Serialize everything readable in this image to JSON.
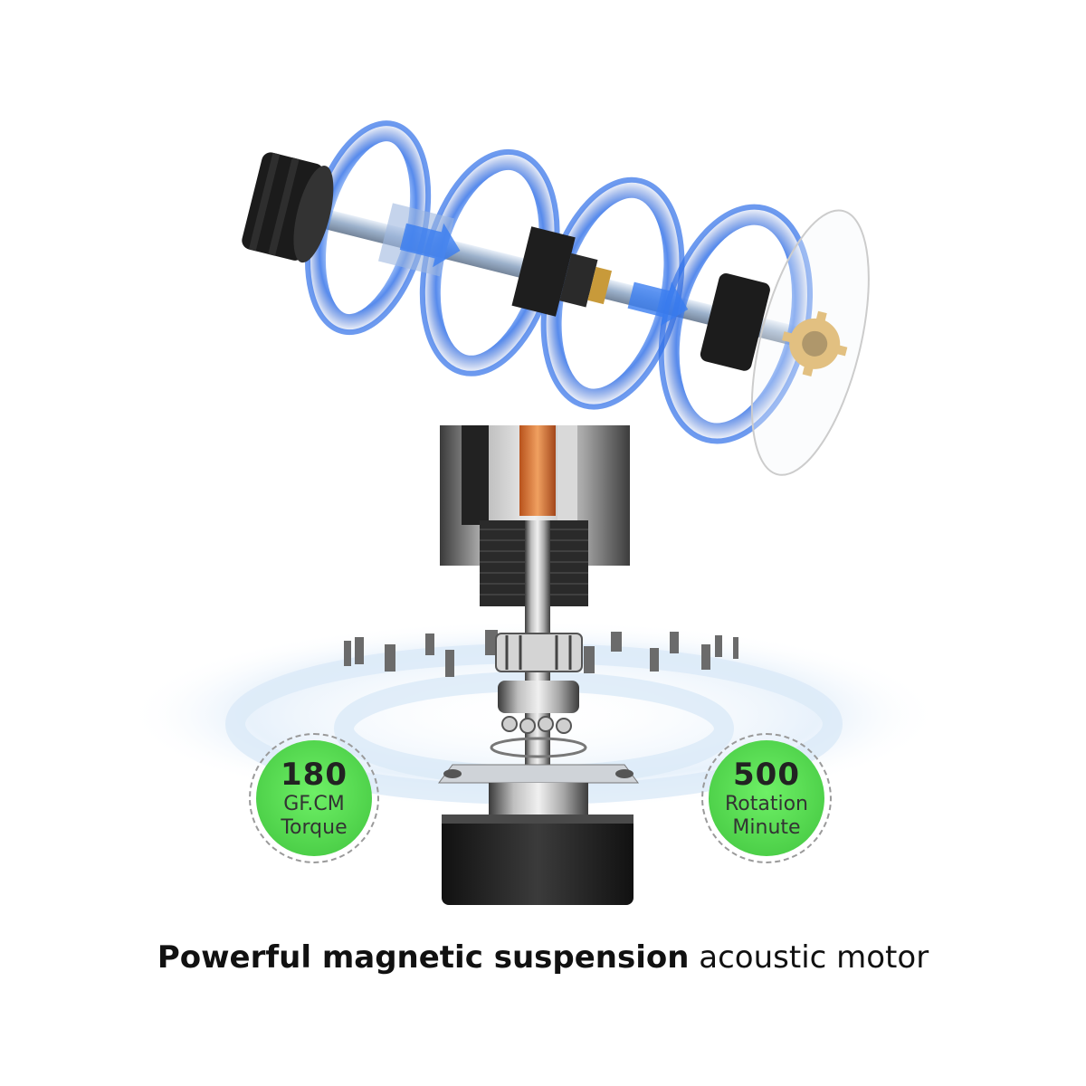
{
  "badges": {
    "torque": {
      "value": "180",
      "line1": "GF.CM",
      "line2": "Torque"
    },
    "speed": {
      "value": "500",
      "line1": "Rotation",
      "line2": "Minute"
    }
  },
  "caption": {
    "bold": "Powerful magnetic suspension",
    "regular": "acoustic motor"
  },
  "colors": {
    "badge_green": "#5fe05a",
    "glow_blue": "#2f6fe8",
    "motor_dark": "#1c1c1c",
    "gear_gold": "#d9a441"
  }
}
